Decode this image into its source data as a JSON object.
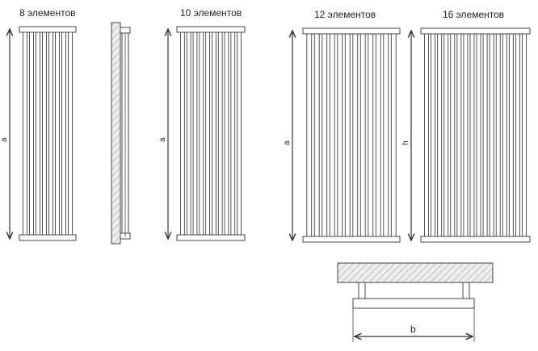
{
  "radiators": [
    {
      "title": "8 элементов",
      "elements": 8,
      "dim_label": "a"
    },
    {
      "title": "10 элементов",
      "elements": 10,
      "dim_label": "a"
    },
    {
      "title": "12 элементов",
      "elements": 12,
      "dim_label": "a"
    },
    {
      "title": "16 элементов",
      "elements": 16,
      "dim_label": "h"
    }
  ],
  "top_view": {
    "dim_label": "b"
  },
  "colors": {
    "line": "#444444",
    "hatch": "#bbbbbb",
    "hatch_bg": "#eeeeee",
    "arrow": "#333333"
  }
}
